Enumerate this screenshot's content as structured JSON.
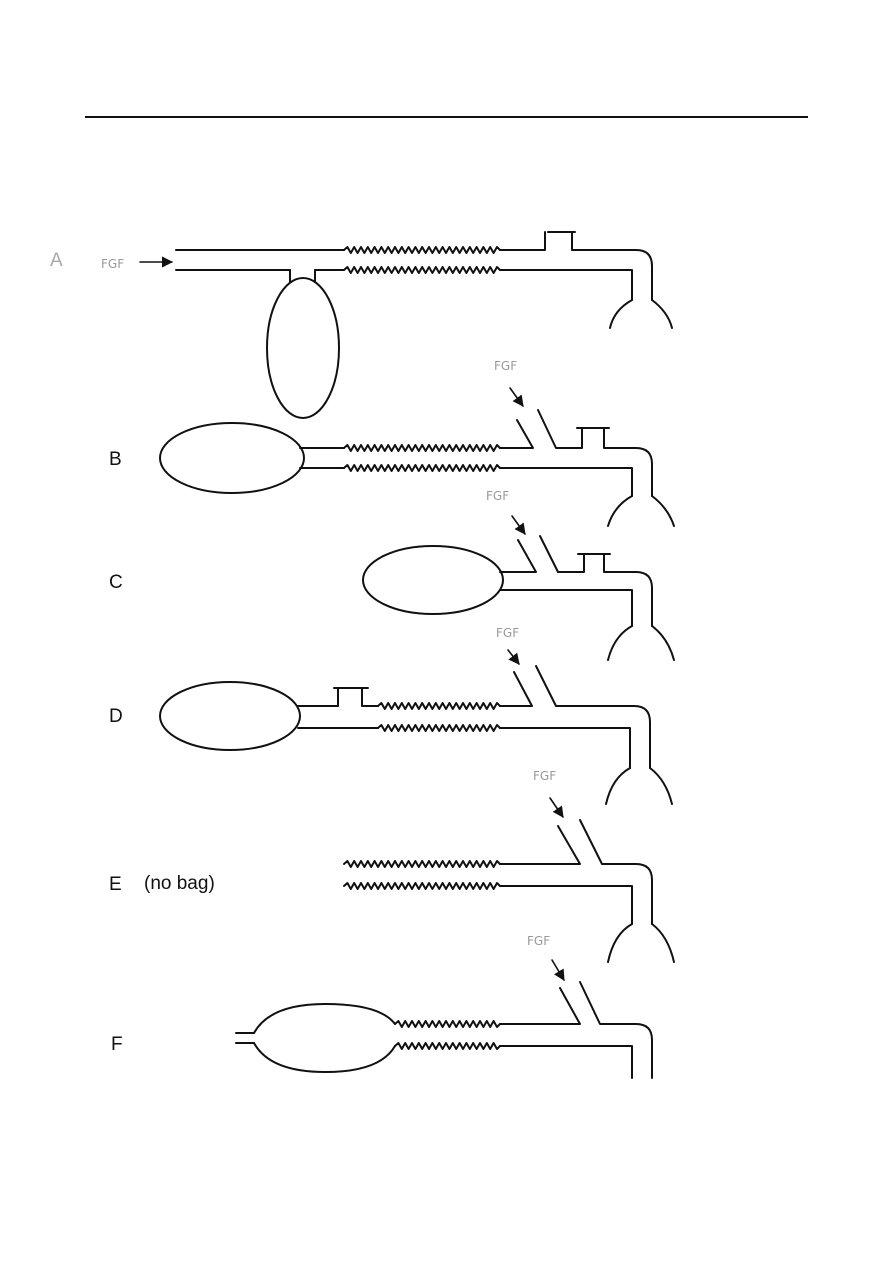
{
  "diagram": {
    "labels": {
      "a": "A",
      "b": "B",
      "c": "C",
      "d": "D",
      "e": "E",
      "e_note": "(no bag)",
      "f": "F"
    },
    "fgf": "FGF"
  },
  "colors": {
    "line": "#111111",
    "label_a": "#a8a8a8",
    "fgf": "#9a9a9a"
  }
}
